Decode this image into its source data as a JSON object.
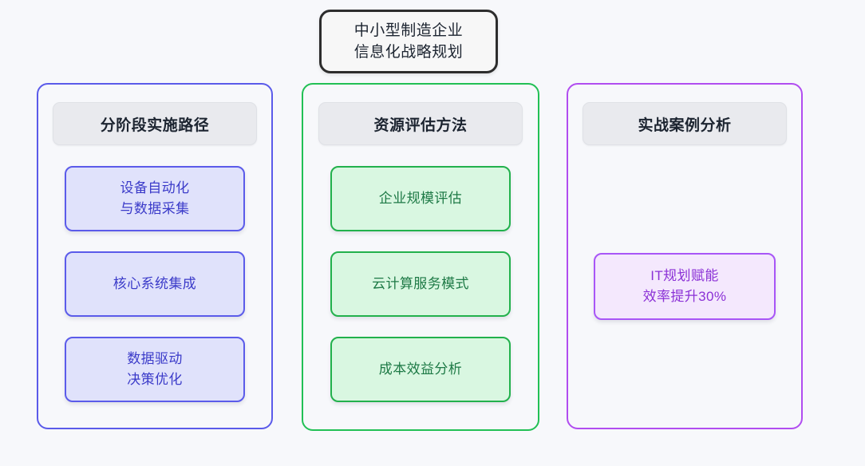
{
  "diagram": {
    "background_color": "#f7f8fb",
    "root": {
      "name": "root-title-node",
      "lines": [
        "中小型制造企业",
        "信息化战略规划"
      ],
      "border_color": "#2d2d2d",
      "fill_color": "#f7f7f7"
    },
    "columns": [
      {
        "id": "col-blue",
        "header": "分阶段实施路径",
        "accent_color": "#5b5bea",
        "item_fill": "#e0e2fb",
        "item_text_color": "#3b3bc9",
        "layout": "spread",
        "items": [
          {
            "lines": [
              "设备自动化",
              "与数据采集"
            ]
          },
          {
            "lines": [
              "核心系统集成"
            ]
          },
          {
            "lines": [
              "数据驱动",
              "决策优化"
            ]
          }
        ]
      },
      {
        "id": "col-green",
        "header": "资源评估方法",
        "accent_color": "#22b14c",
        "item_fill": "#d9f7e1",
        "item_text_color": "#1e7a46",
        "layout": "spread",
        "items": [
          {
            "lines": [
              "企业规模评估"
            ]
          },
          {
            "lines": [
              "云计算服务模式"
            ]
          },
          {
            "lines": [
              "成本效益分析"
            ]
          }
        ]
      },
      {
        "id": "col-purple",
        "header": "实战案例分析",
        "accent_color": "#a855f7",
        "item_fill": "#f4e8fd",
        "item_text_color": "#8b31d6",
        "layout": "centered",
        "items": [
          {
            "lines": [
              "IT规划赋能",
              "效率提升30%"
            ]
          }
        ]
      }
    ]
  }
}
